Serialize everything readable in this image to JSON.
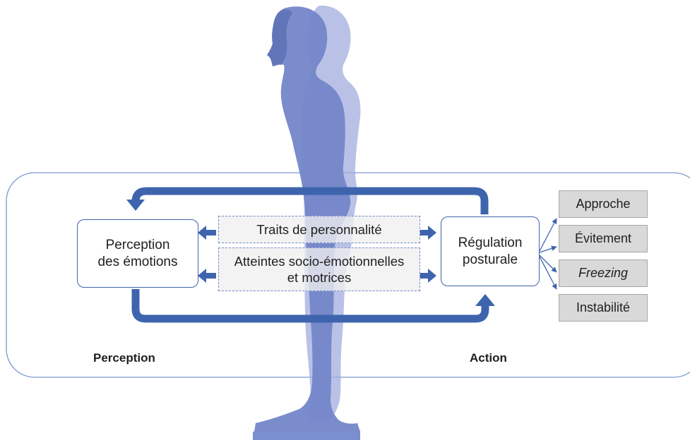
{
  "diagram": {
    "perception_box": "Perception\ndes émotions",
    "regulation_box": "Régulation\nposturale",
    "trait_box": "Traits de personnalité",
    "impairment_box": "Atteintes socio-émotionnelles\net motrices",
    "outcomes": [
      "Approche",
      "Évitement",
      "Freezing",
      "Instabilité"
    ],
    "section_perception": "Perception",
    "section_action": "Action"
  },
  "colors": {
    "arrow_blue": "#3e64ae",
    "box_border": "#3f63ad",
    "body_front": "#7386c8",
    "body_back": "#a2aede",
    "outcome_fill": "#d9d9d9"
  }
}
